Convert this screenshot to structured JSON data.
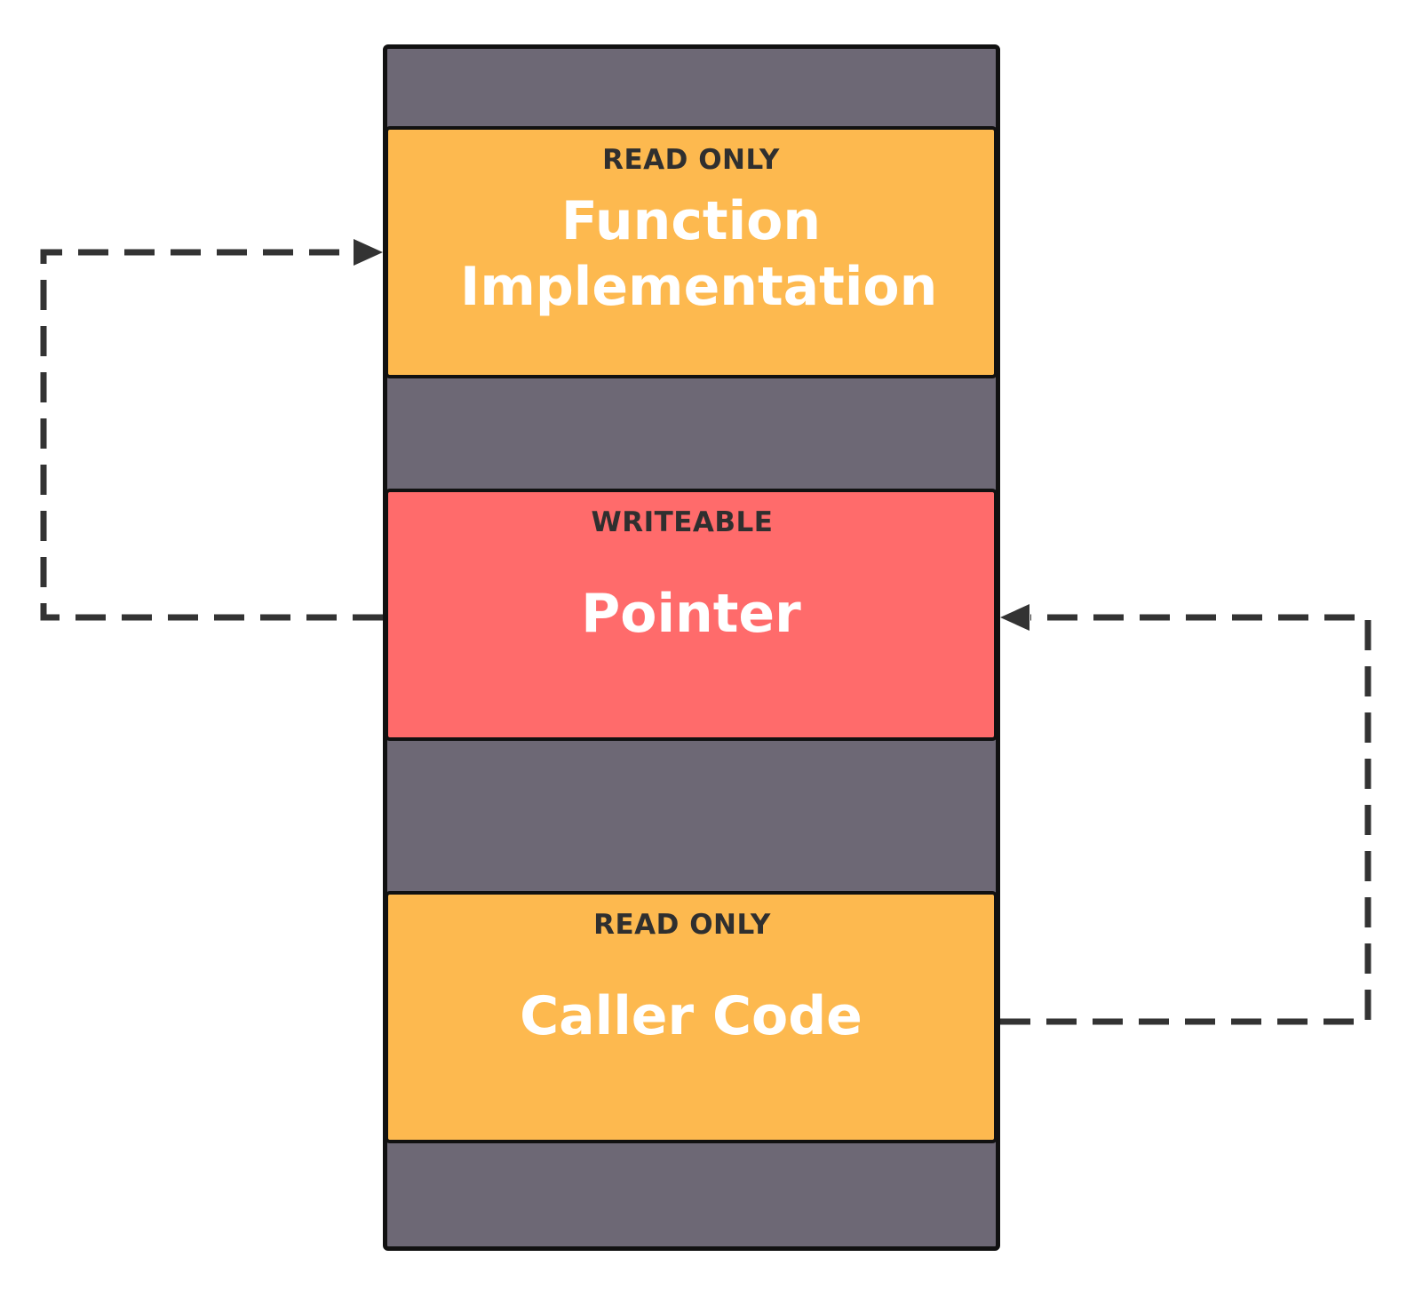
{
  "colors": {
    "memory_background": "#6d6875",
    "read_only": "#fdb94f",
    "writeable": "#ff6b6b",
    "arrow": "#333333"
  },
  "blocks": [
    {
      "tag": "READ ONLY",
      "label": "Function Implementation"
    },
    {
      "tag": "WRITEABLE",
      "label": "Pointer"
    },
    {
      "tag": "READ ONLY",
      "label": "Caller Code"
    }
  ],
  "arrows": [
    {
      "from": "Pointer",
      "to": "Function Implementation",
      "style": "dashed"
    },
    {
      "from": "Caller Code",
      "to": "Pointer",
      "style": "dashed"
    }
  ]
}
